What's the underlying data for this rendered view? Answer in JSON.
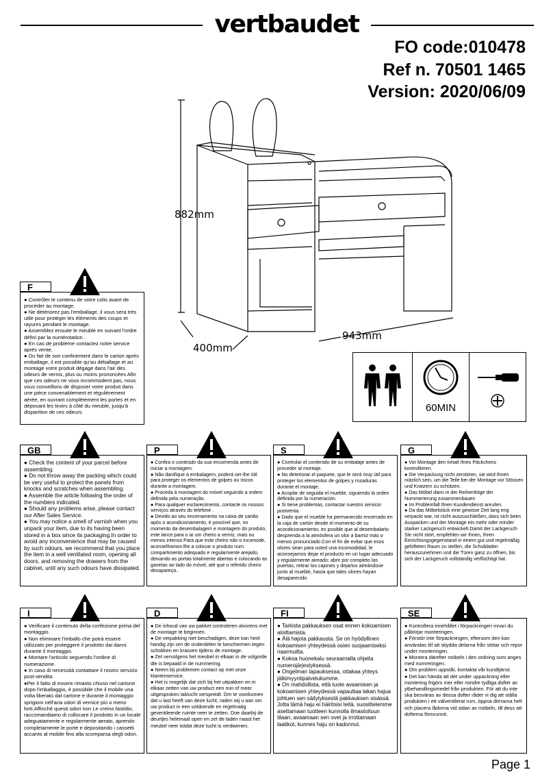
{
  "header": {
    "brand": "vertbaudet",
    "fo_code": "FO code:010478",
    "ref": "Ref n. 70501 1465",
    "version": "Version: 2020/06/09"
  },
  "dimensions": {
    "height": "882mm",
    "depth": "400mm",
    "width": "943mm"
  },
  "assembly_info": {
    "time": "60MIN",
    "icons": [
      "two-persons-icon",
      "clock-icon",
      "screwdriver-icon",
      "cross-screw-icon"
    ]
  },
  "warnings": [
    {
      "code": "F",
      "lines": [
        "● Contrôler le contenu de votre colis avant de procéder au montage.",
        "● Ne détériorez pas l'emballage, il vous sera très utile pour protéger les éléments des coups et rayures pendant le montage.",
        "● Assemblez ensuite le meuble en suivant l'ordre défini par la numérotation .",
        "● En cas de problème contactez notre service après vente.",
        "● Du fait de son confinement dans le carton après emballage, il est possible qu'au déballage et au montage votre produit dégage dans l'air des odeurs de vernis, plus ou moins prononcées Afin que ces odeurs ne vous incommodent pas, nous vous conseillons de disposer votre produit dans une pièce convenablement et régulièrement aérée, en ouvrant complètement les portes et en déposant les tiroirs à côté du meuble, jusqu'à disparition de ces odeurs."
      ]
    },
    {
      "code": "GB",
      "lines": [
        "● Check the content of your parcel before assembling.",
        "● Do not throw away the packing which could be very useful to protect the panels from knocks and scratches when assembling.",
        "● Assemble the article following the order of the numbers indicated.",
        "● Should any problems arise, please contact our After Sales Service.",
        "● You may notice a smell of varnish when you unpack your item, due to its having been stored in a box since its packaging.In order to avoid any inconvenience that may be caused by such odours, we recommend that you place the item in a well ventilated room, opening all doors, and removing the drawers from the cabinet, until any such odours have dissipated."
      ]
    },
    {
      "code": "P",
      "lines": [
        "● Confira o conteúdo da sua encomenda antes de iniciar a montagem.",
        "● Não danifique a embalagem, poderá ser-lhe útil para proteger os elementos de golpes ou riscos durante a montagem.",
        "● Proceda à montagem do móvel seguindo a ordem definida pela numeração.",
        "● Para qualquer esclarecimento, contacte os nossos serviços através do telefone .",
        "● Devido ao seu encerramento na caixa de cartão após o acondicionamento, é possível que, no momento da desembalagem e montagem do produto, este lance para o ar um cheiro a verniz, mais ou menos intenso.Para que este cheiro não o incomode, aconselhamos-lhe a colocar o produto num compartimento adequado e regularmente arejado, deixando as portas totalmente abertas e colocando as gavetas ao lado do móvel, até que o referido cheiro desapareça.."
      ]
    },
    {
      "code": "S",
      "lines": [
        "● Controlar el contenido de su embalaje antes de proceder al montaje.",
        "● No deteriorar el paquete, que le será muy útil para proteger los elementos de golpes y rozaduras durante el montaje..",
        "● Acoplar de seguida el mueble, siguiendo la orden definida por la numeración.",
        "● Si tiene problemas, contactar nuestro servicio postventa.",
        "● Dado que el mueble ha permanecido encerrado en la caja de cartón desde el momento de su acondicionamiento, es posible que al desembalarlo desprenda a la atmósfera un olor a barniz más o menos pronunciado.Con el fin de evitar que esos olores sean para usted una incomodidad, le aconsejamos dejar el producto en un lugar adecuado y regularmente aireado: abrir por completo las puertas, retirar los cajones y dejarlos aireándose junto al mueble, hasta que tales olores hayan desaparecido."
      ]
    },
    {
      "code": "G",
      "lines": [
        "● Vor Montage den Inhalt Ihres Päckchens kontrollieren.",
        "● Die Verpackung nicht zerstören, sie wird Ihnen nützlich sein, um die Teile bei der Montage vor Stössen und Kratzern zu schützen.",
        "● Das Möbel dann in der Reihenfolge der Nummerierung zusammenbauen",
        "● Im Problemfall Ihren Kundendienst anrufen.",
        "● Da das Möbelstück eine gewisse Zeit lang eng verpackt war, ist nicht auszuschließen, dass sich beim Auspacken und der Montage ein mehr oder minder starker Lackgeruch entwickelt.Damit der Lackgeruch Sie nicht stört, empfehlen wir Ihnen, Ihren Einrichtungsgegenstand in einem gut und regelmäßig gelüfteten Raum zu stellen, die Schubladen herauszunehmen und die Türen ganz zu öffnen, bis sich der Lackgeruch vollständig verflüchtigt hat."
      ]
    },
    {
      "code": "I",
      "lines": [
        "● Verificare il contenuto della confezione prima del montaggio.",
        "● Non eliminare l'imballo che potrà essere utilizzato per proteggere il prodotto dai danni durante il montaggio.",
        "● Montare l'articolo seguendo l'ordine di numerazione.",
        "● In caso di necessità contattare il nostro servizio post-vendita.",
        "●Per il fatto di essere rimasto chiuso nel cartone dopo l'imballaggio, è possibile che il mobile una volta liberato dal cartone e durante il montaggio sprigioni nell'aria odori di vernice più o meno forti.Affinché questi odori non Le creino fastidio, raccomandiamo di collocare il prodotto in un locale adeguatamente e regolarmente aerato, aprendo completamente le porte e depositando i cassetti accanto al mobile fino alla scomparsa degli odori."
      ]
    },
    {
      "code": "D",
      "lines": [
        "● De inhoud van uw pakket controleren alvorens met de montage te beginnen.",
        "● De verpakking niet beschadigen, deze kan heel handig zijn om de onderdelen te beschermen tegen schokken en krassen tijdens de montage.",
        "● Zet vervolgens het meubel in elkaar in de volgorde die is bepaald in de nummering.",
        "● Neem bij problemen contact op met onze klantenservice.",
        "● Het is mogelijk dat zich bij het uitpakken en in elkaar zetten van uw product een min of meer uitgesproken laklucht verspreidt. Om te voorkomen dat u last heeft van deze lucht, raden wij u aan om uw product in een voldoende en regelmatig geventileerde ruimte neer te zetten. Doe daarbij de deurtjes helemaal open en zet de laden naast het meubel neer totdat deze lucht is verdwenen."
      ]
    },
    {
      "code": "FI",
      "lines": [
        "● Tarkista pakkauksen osat ennen kokoamisen aloittamista.",
        "● Älä hajota pakkausta. Se on hyödyllinen kokoamisen yhteydessä osien suojaamiseksi naarmuilta.",
        "● Kokoa huonekalu seuraamalla ohjeita numerojärjestyksessä.",
        "● Ongelman tapauksessa, ottakaa yhteys jälkimyyntipalvelukumme.",
        "● On mahdollista, että tuote avaamisen ja kokoamisen yhteydessä vapauttaa lakan hajua johtuen sen säilytyksestä pakkauksen sisässä. Jotta tämä haju ei häiritsisi teitä, suosittelemme asettamaan tuotteen kunnolla ilmastoituun tilaan, avaamaan sen ovet ja irrottamaan laatikot, kunnes haju on kadonnut."
      ]
    },
    {
      "code": "SE",
      "lines": [
        "● Kontrollera innehållet i förpackningen innan du påbörjar monteringen.",
        "● Förstör inte förpackningen, eftersom den kan användas till att skydda delarna från stötar och repor under monteringen.",
        "● Montera därefter möbeln i den ordning som anges med numreringen.",
        "● Om problem uppstår, kontakta vår kundtjänst.",
        "● Det kan hända att det under uppackning eller montering frigörs mer eller mindre tydliga dofter av ytbehandlingsmedel från produkten. För att du inte ska besväras av dessa dofter råder vi dig att ställa produkten i ett välventilerat rum, öppna dörrarna helt och placera lådorna vid sidan av möbeln, till dess att dofterna försvunnit."
      ]
    }
  ],
  "footer": {
    "page": "Page 1"
  }
}
